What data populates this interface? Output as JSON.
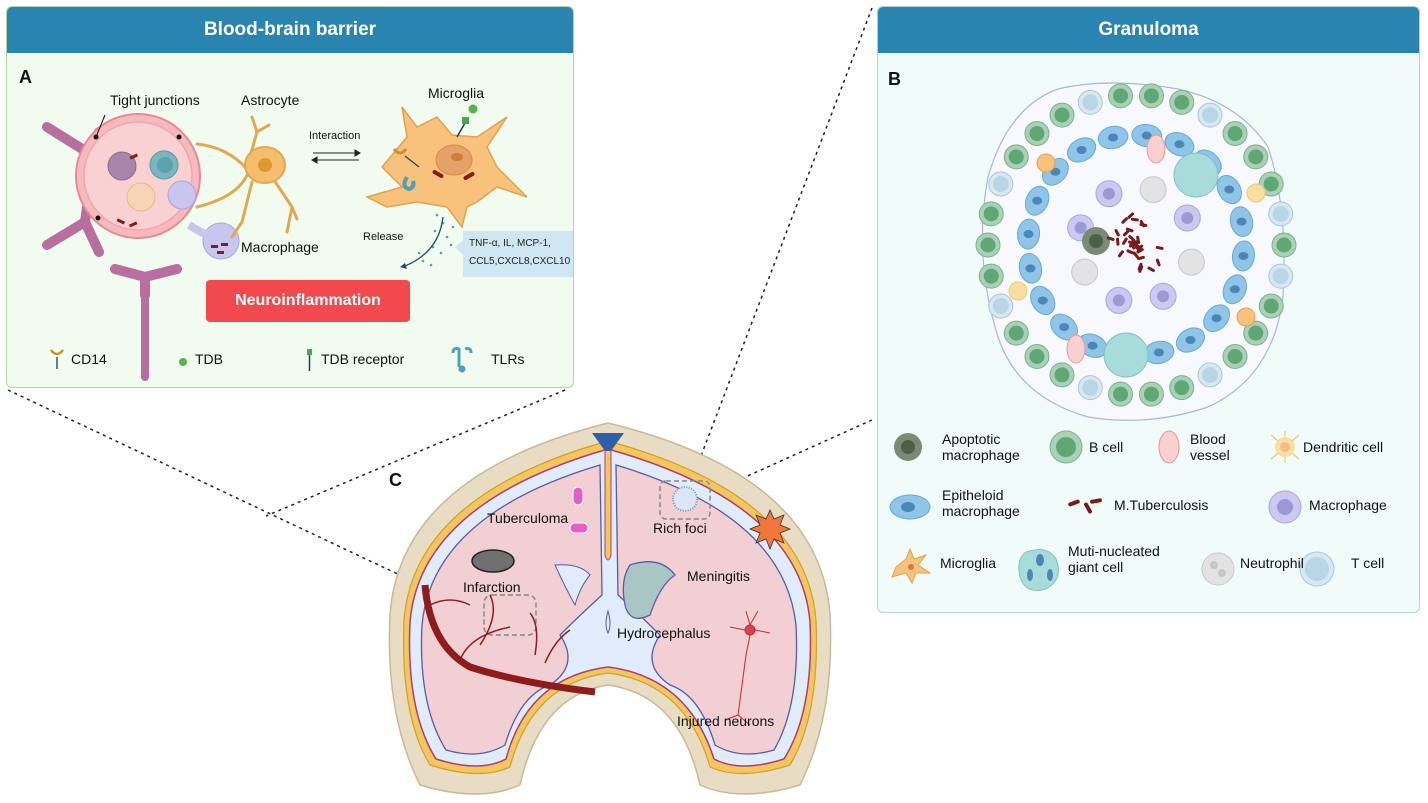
{
  "panel_a": {
    "header": "Blood-brain barrier",
    "letter": "A",
    "labels": {
      "tight_junctions": "Tight junctions",
      "astrocyte": "Astrocyte",
      "interaction": "Interaction",
      "microglia": "Microglia",
      "macrophage": "Macrophage",
      "release": "Release"
    },
    "cytokines": [
      "TNF-α,   IL,   MCP-1,",
      "CCL5,CXCL8,CXCL10"
    ],
    "neuroinflammation": "Neuroinflammation",
    "legend": [
      {
        "icon": "cd14-icon",
        "label": "CD14"
      },
      {
        "icon": "tdb-icon",
        "label": "TDB"
      },
      {
        "icon": "tdb-receptor-icon",
        "label": "TDB receptor"
      },
      {
        "icon": "tlrs-icon",
        "label": "TLRs"
      }
    ]
  },
  "panel_b": {
    "header": "Granuloma",
    "letter": "B",
    "legend": [
      {
        "icon": "apoptotic-macrophage-icon",
        "label_1": "Apoptotic",
        "label_2": "macrophage"
      },
      {
        "icon": "b-cell-icon",
        "label_1": "B cell",
        "label_2": ""
      },
      {
        "icon": "blood-vessel-icon",
        "label_1": "Blood",
        "label_2": "vessel"
      },
      {
        "icon": "dendritic-cell-icon",
        "label_1": "Dendritic cell",
        "label_2": ""
      },
      {
        "icon": "epitheloid-macrophage-icon",
        "label_1": "Epitheloid",
        "label_2": "macrophage"
      },
      {
        "icon": "m-tuberculosis-icon",
        "label_1": "M.Tuberculosis",
        "label_2": ""
      },
      {
        "icon": "macrophage-icon",
        "label_1": "Macrophage",
        "label_2": ""
      },
      {
        "icon": "microglia-icon",
        "label_1": "Microglia",
        "label_2": ""
      },
      {
        "icon": "giant-cell-icon",
        "label_1": "Muti-nucleated",
        "label_2": "giant cell"
      },
      {
        "icon": "neutrophil-icon",
        "label_1": "Neutrophil",
        "label_2": ""
      },
      {
        "icon": "t-cell-icon",
        "label_1": "T cell",
        "label_2": ""
      }
    ]
  },
  "panel_c": {
    "letter": "C",
    "labels": {
      "tuberculoma": "Tuberculoma",
      "rich_foci": "Rich foci",
      "infarction": "Infarction",
      "meningitis": "Meningitis",
      "hydrocephalus": "Hydrocephalus",
      "injured_neurons": "Injured neurons"
    }
  },
  "colors": {
    "header_blue": "#2a84b0",
    "neuro_red": "#f1494d",
    "b_cell": "#5fa777",
    "t_cell": "#b9d6e6",
    "epitheloid": "#8ec5e8",
    "macrophage": "#c8c3ec",
    "mtb": "#7a1a1a",
    "brain_pink": "#f1cfd3"
  }
}
